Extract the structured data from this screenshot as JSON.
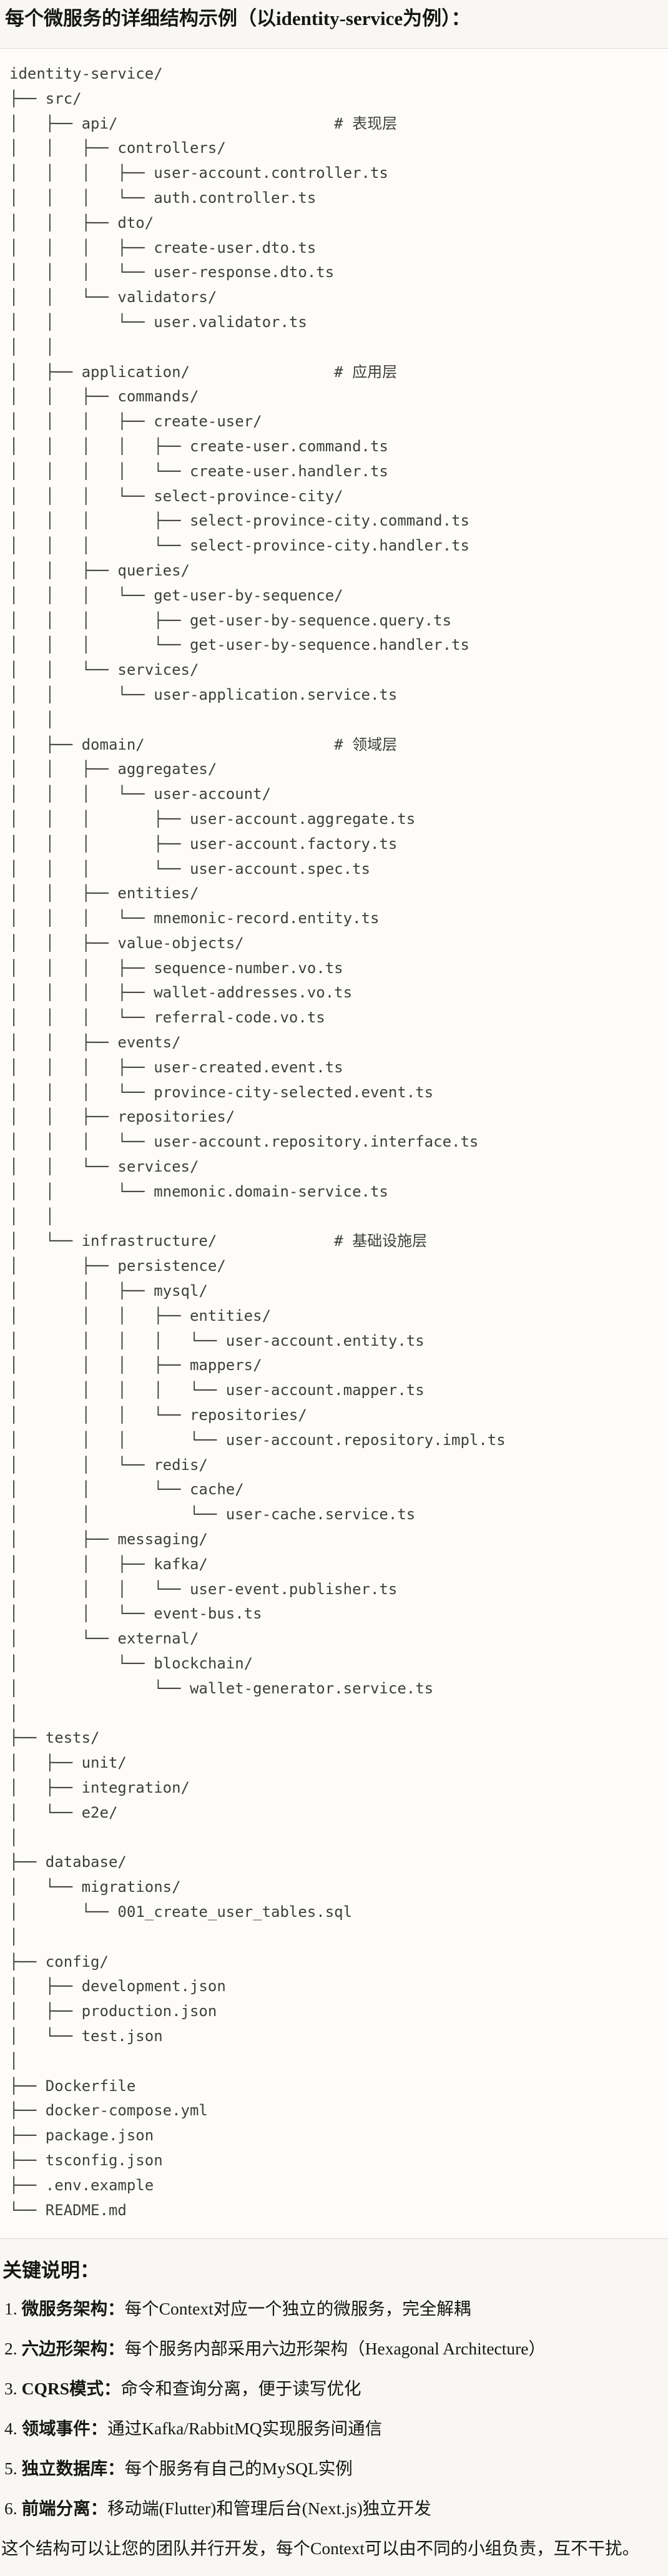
{
  "doc": {
    "title": "每个微服务的详细结构示例（以identity-service为例）：",
    "tree": [
      "identity-service/",
      "├── src/",
      "│   ├── api/                        # 表现层",
      "│   │   ├── controllers/",
      "│   │   │   ├── user-account.controller.ts",
      "│   │   │   └── auth.controller.ts",
      "│   │   ├── dto/",
      "│   │   │   ├── create-user.dto.ts",
      "│   │   │   └── user-response.dto.ts",
      "│   │   └── validators/",
      "│   │       └── user.validator.ts",
      "│   │",
      "│   ├── application/                # 应用层",
      "│   │   ├── commands/",
      "│   │   │   ├── create-user/",
      "│   │   │   │   ├── create-user.command.ts",
      "│   │   │   │   └── create-user.handler.ts",
      "│   │   │   └── select-province-city/",
      "│   │   │       ├── select-province-city.command.ts",
      "│   │   │       └── select-province-city.handler.ts",
      "│   │   ├── queries/",
      "│   │   │   └── get-user-by-sequence/",
      "│   │   │       ├── get-user-by-sequence.query.ts",
      "│   │   │       └── get-user-by-sequence.handler.ts",
      "│   │   └── services/",
      "│   │       └── user-application.service.ts",
      "│   │",
      "│   ├── domain/                     # 领域层",
      "│   │   ├── aggregates/",
      "│   │   │   └── user-account/",
      "│   │   │       ├── user-account.aggregate.ts",
      "│   │   │       ├── user-account.factory.ts",
      "│   │   │       └── user-account.spec.ts",
      "│   │   ├── entities/",
      "│   │   │   └── mnemonic-record.entity.ts",
      "│   │   ├── value-objects/",
      "│   │   │   ├── sequence-number.vo.ts",
      "│   │   │   ├── wallet-addresses.vo.ts",
      "│   │   │   └── referral-code.vo.ts",
      "│   │   ├── events/",
      "│   │   │   ├── user-created.event.ts",
      "│   │   │   └── province-city-selected.event.ts",
      "│   │   ├── repositories/",
      "│   │   │   └── user-account.repository.interface.ts",
      "│   │   └── services/",
      "│   │       └── mnemonic.domain-service.ts",
      "│   │",
      "│   └── infrastructure/             # 基础设施层",
      "│       ├── persistence/",
      "│       │   ├── mysql/",
      "│       │   │   ├── entities/",
      "│       │   │   │   └── user-account.entity.ts",
      "│       │   │   ├── mappers/",
      "│       │   │   │   └── user-account.mapper.ts",
      "│       │   │   └── repositories/",
      "│       │   │       └── user-account.repository.impl.ts",
      "│       │   └── redis/",
      "│       │       └── cache/",
      "│       │           └── user-cache.service.ts",
      "│       ├── messaging/",
      "│       │   ├── kafka/",
      "│       │   │   └── user-event.publisher.ts",
      "│       │   └── event-bus.ts",
      "│       └── external/",
      "│           └── blockchain/",
      "│               └── wallet-generator.service.ts",
      "│",
      "├── tests/",
      "│   ├── unit/",
      "│   ├── integration/",
      "│   └── e2e/",
      "│",
      "├── database/",
      "│   └── migrations/",
      "│       └── 001_create_user_tables.sql",
      "│",
      "├── config/",
      "│   ├── development.json",
      "│   ├── production.json",
      "│   └── test.json",
      "│",
      "├── Dockerfile",
      "├── docker-compose.yml",
      "├── package.json",
      "├── tsconfig.json",
      "├── .env.example",
      "└── README.md"
    ],
    "notes": {
      "heading": "关键说明：",
      "items": [
        {
          "num": "1.",
          "label": "微服务架构：",
          "text": "每个Context对应一个独立的微服务，完全解耦"
        },
        {
          "num": "2.",
          "label": "六边形架构：",
          "text": "每个服务内部采用六边形架构（Hexagonal Architecture）"
        },
        {
          "num": "3.",
          "label": "CQRS模式：",
          "text": "命令和查询分离，便于读写优化"
        },
        {
          "num": "4.",
          "label": "领域事件：",
          "text": "通过Kafka/RabbitMQ实现服务间通信"
        },
        {
          "num": "5.",
          "label": "独立数据库：",
          "text": "每个服务有自己的MySQL实例"
        },
        {
          "num": "6.",
          "label": "前端分离：",
          "text": "移动端(Flutter)和管理后台(Next.js)独立开发"
        }
      ]
    },
    "closing": "这个结构可以让您的团队并行开发，每个Context可以由不同的小组负责，互不干扰。",
    "colors": {
      "page_bg": "#f8f7f3",
      "code_bg": "#fdfcfa",
      "border": "#dbd9d3",
      "code_text": "#3e3e3b",
      "body_text": "#161614"
    }
  }
}
